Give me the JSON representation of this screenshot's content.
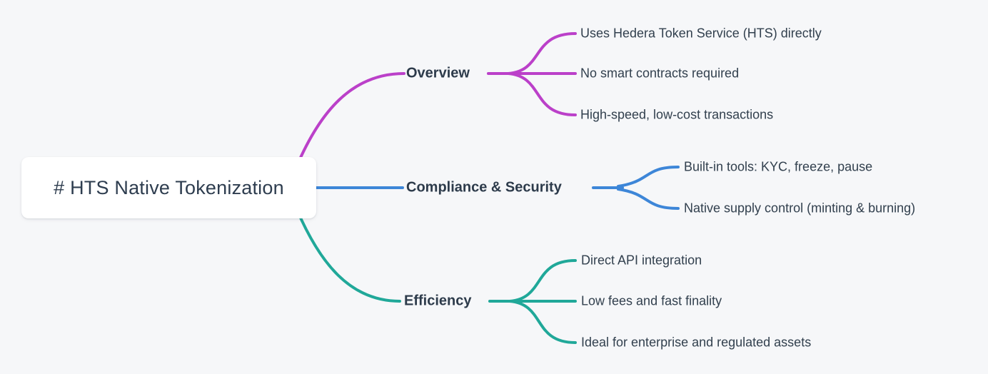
{
  "background_color": "#f6f7f9",
  "text_color": "#32404e",
  "root": {
    "label": "# HTS Native Tokenization",
    "background": "#ffffff",
    "text_color": "#2e3d4f"
  },
  "branches": [
    {
      "id": "overview",
      "label": "Overview",
      "color": "#bb40c9",
      "children": [
        "Uses Hedera Token Service (HTS) directly",
        "No smart contracts required",
        "High-speed, low-cost transactions"
      ]
    },
    {
      "id": "compliance-security",
      "label": "Compliance & Security",
      "color": "#3d86d8",
      "children": [
        "Built-in tools: KYC, freeze, pause",
        "Native supply control (minting & burning)"
      ]
    },
    {
      "id": "efficiency",
      "label": "Efficiency",
      "color": "#20a899",
      "children": [
        "Direct API integration",
        "Low fees and fast finality",
        "Ideal for enterprise and regulated assets"
      ]
    }
  ]
}
